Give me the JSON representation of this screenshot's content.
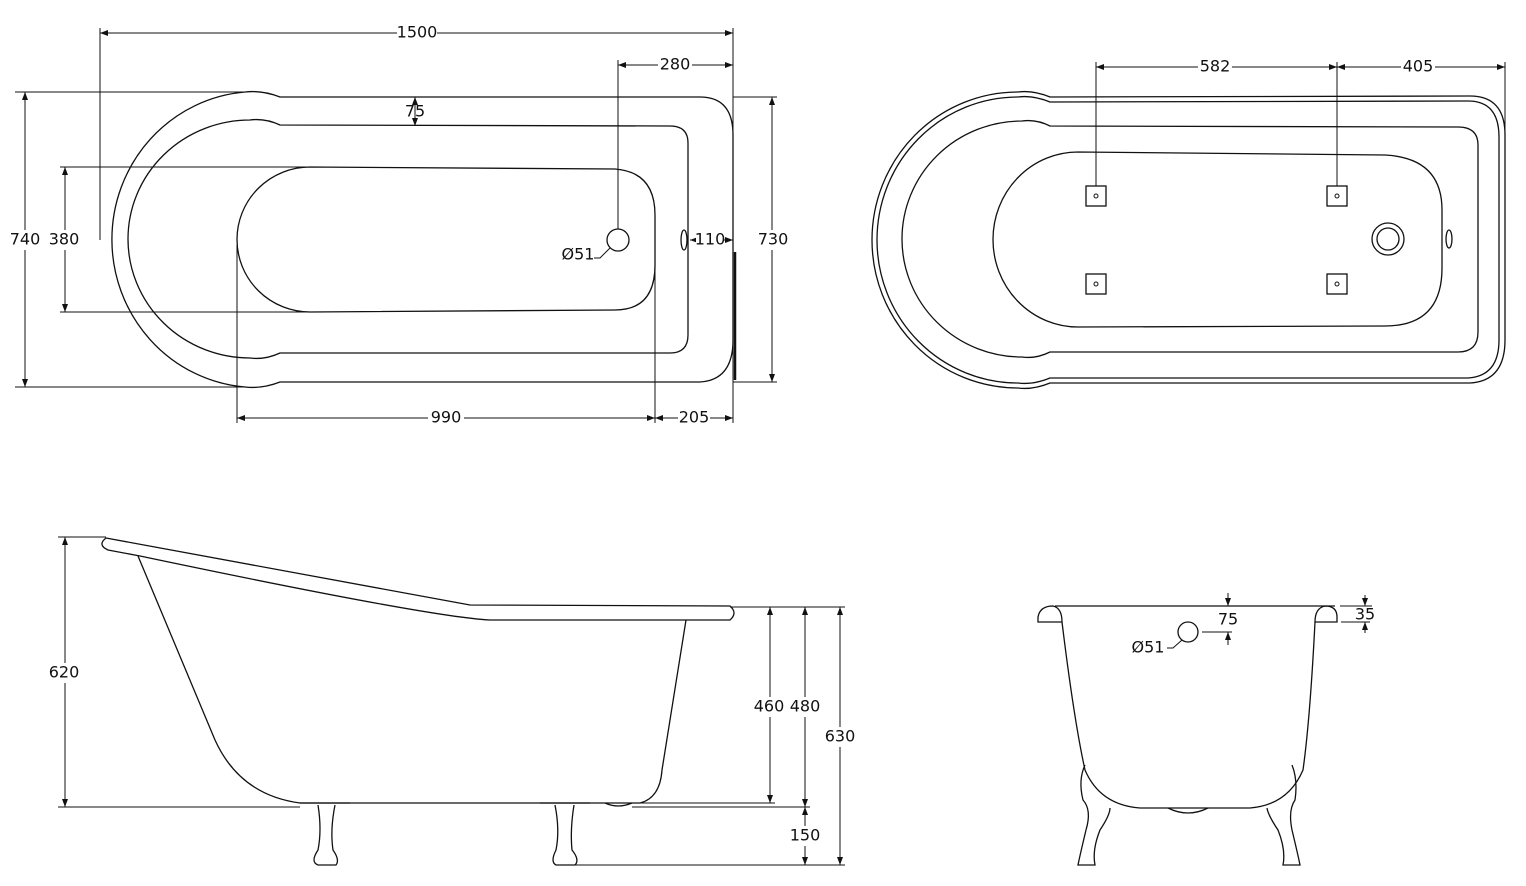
{
  "plan_view": {
    "overall_length": "1500",
    "drain_offset": "280",
    "rim_width": "75",
    "overall_width": "740",
    "basin_width": "380",
    "waste_diameter": "Ø51",
    "overflow_offset": "110",
    "inner_width": "730",
    "basin_length": "990",
    "end_offset": "205"
  },
  "underside_view": {
    "foot_spacing": "582",
    "foot_end_offset": "405"
  },
  "side_view": {
    "back_height": "620",
    "inner_depth": "460",
    "body_height": "480",
    "overall_height": "630",
    "foot_height": "150"
  },
  "end_view": {
    "overflow_depth": "75",
    "waste_diameter": "Ø51",
    "rim_height": "35"
  }
}
